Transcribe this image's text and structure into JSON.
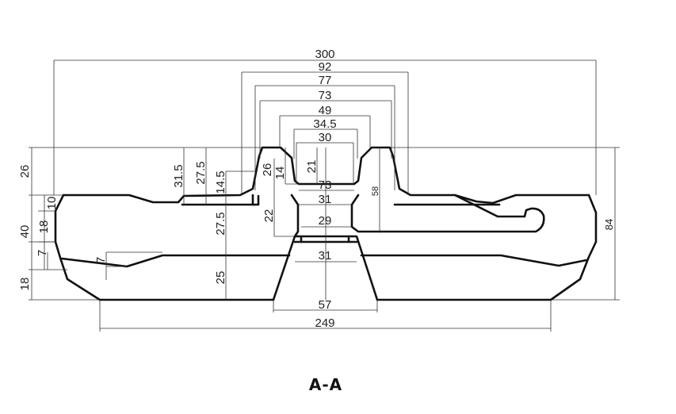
{
  "section_title": "A-A",
  "dimensions": {
    "overall_width": "300",
    "d92": "92",
    "d77": "77",
    "d73_top": "73",
    "d49": "49",
    "d34_5": "34.5",
    "d30": "30",
    "d73_mid": "73",
    "d31_upper": "31",
    "d29": "29",
    "d31_lower": "31",
    "d57": "57",
    "bottom_width": "249",
    "left_26": "26",
    "left_10": "10",
    "left_40": "40",
    "left_18a": "18",
    "left_7a": "7",
    "left_18b": "18",
    "left_7b": "7",
    "h31_5": "31.5",
    "h27_5_top": "27.5",
    "h14_5": "14.5",
    "h26": "26",
    "h14": "14",
    "h21": "21",
    "h22": "22",
    "h27_5_mid": "27.5",
    "h25": "25",
    "h58": "58",
    "right_84": "84"
  }
}
